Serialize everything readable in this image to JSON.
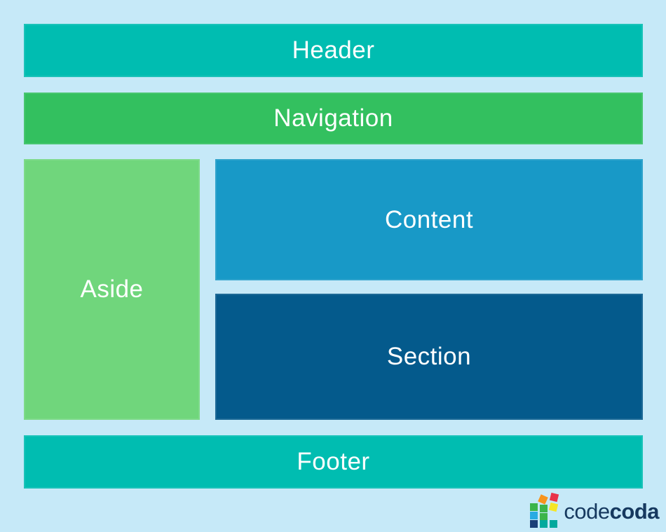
{
  "diagram": {
    "background_color": "#c6e9f8",
    "label_text_color": "#ffffff",
    "blocks": {
      "header": {
        "label": "Header",
        "color": "#00bdb1"
      },
      "navigation": {
        "label": "Navigation",
        "color": "#33c05f"
      },
      "aside": {
        "label": "Aside",
        "color": "#70d67c"
      },
      "content": {
        "label": "Content",
        "color": "#1899c7"
      },
      "section": {
        "label": "Section",
        "color": "#045a8c"
      },
      "footer": {
        "label": "Footer",
        "color": "#00bdb1"
      }
    }
  },
  "logo": {
    "text_light": "code",
    "text_bold": "coda",
    "text_color": "#16395f",
    "icon_colors": {
      "red": "#e8334a",
      "orange": "#f7941d",
      "yellow": "#f5e625",
      "green": "#3cb54a",
      "light_blue": "#29abe2",
      "navy": "#1b3f77",
      "teal": "#00a99d"
    }
  }
}
